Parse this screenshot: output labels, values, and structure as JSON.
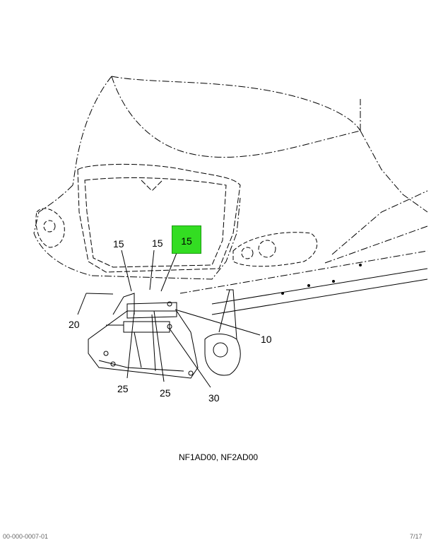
{
  "callouts": {
    "c15_highlight": "15",
    "c15_a": "15",
    "c15_b": "15",
    "c20": "20",
    "c10": "10",
    "c25_a": "25",
    "c25_b": "25",
    "c30": "30"
  },
  "caption": "NF1AD00, NF2AD00",
  "footer": {
    "left": "00-000-0007-01",
    "right": "7/17"
  },
  "colors": {
    "highlight": "#33dd22",
    "line": "#000000"
  }
}
